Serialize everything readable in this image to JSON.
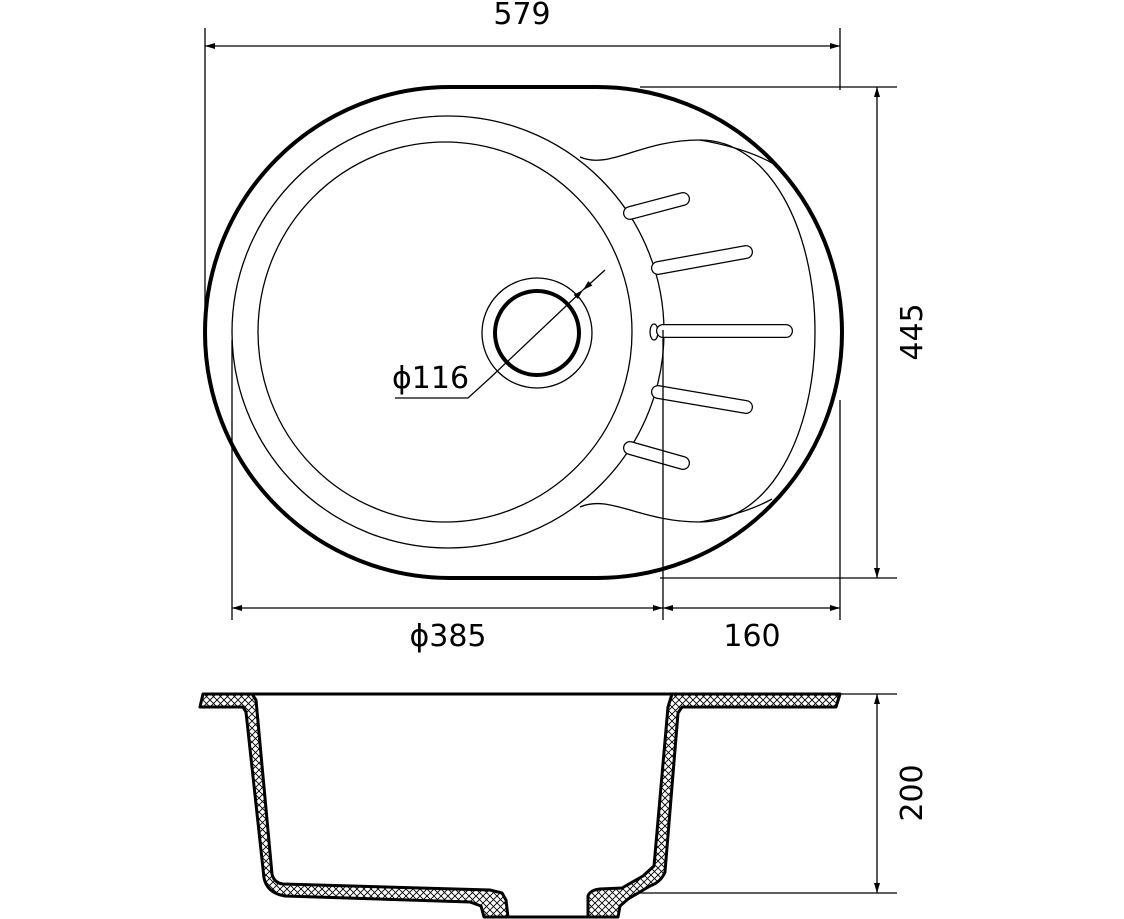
{
  "drawing": {
    "top_view": {
      "overall_width_label": "579",
      "overall_depth_label": "445",
      "bowl_diameter_label": "ϕ385",
      "drainboard_width_label": "160",
      "drain_diameter_label": "ϕ116"
    },
    "section_view": {
      "depth_label": "200"
    },
    "colors": {
      "line": "#000000",
      "background": "#ffffff"
    }
  }
}
